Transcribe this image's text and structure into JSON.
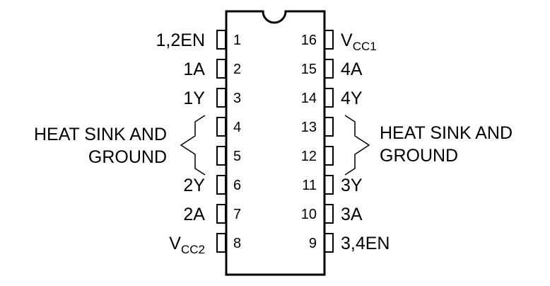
{
  "pins_left": [
    {
      "number": "1",
      "label": "1,2EN"
    },
    {
      "number": "2",
      "label": "1A"
    },
    {
      "number": "3",
      "label": "1Y"
    },
    {
      "number": "4",
      "label": ""
    },
    {
      "number": "5",
      "label": ""
    },
    {
      "number": "6",
      "label": "2Y"
    },
    {
      "number": "7",
      "label": "2A"
    },
    {
      "number": "8",
      "label": "V",
      "label_sub": "CC2"
    }
  ],
  "pins_right": [
    {
      "number": "16",
      "label": "V",
      "label_sub": "CC1"
    },
    {
      "number": "15",
      "label": "4A"
    },
    {
      "number": "14",
      "label": "4Y"
    },
    {
      "number": "13",
      "label": ""
    },
    {
      "number": "12",
      "label": ""
    },
    {
      "number": "11",
      "label": "3Y"
    },
    {
      "number": "10",
      "label": "3A"
    },
    {
      "number": "9",
      "label": "3,4EN"
    }
  ],
  "heat_sink_left": {
    "line1": "HEAT SINK AND",
    "line2": "GROUND"
  },
  "heat_sink_right": {
    "line1": "HEAT SINK AND",
    "line2": "GROUND"
  }
}
